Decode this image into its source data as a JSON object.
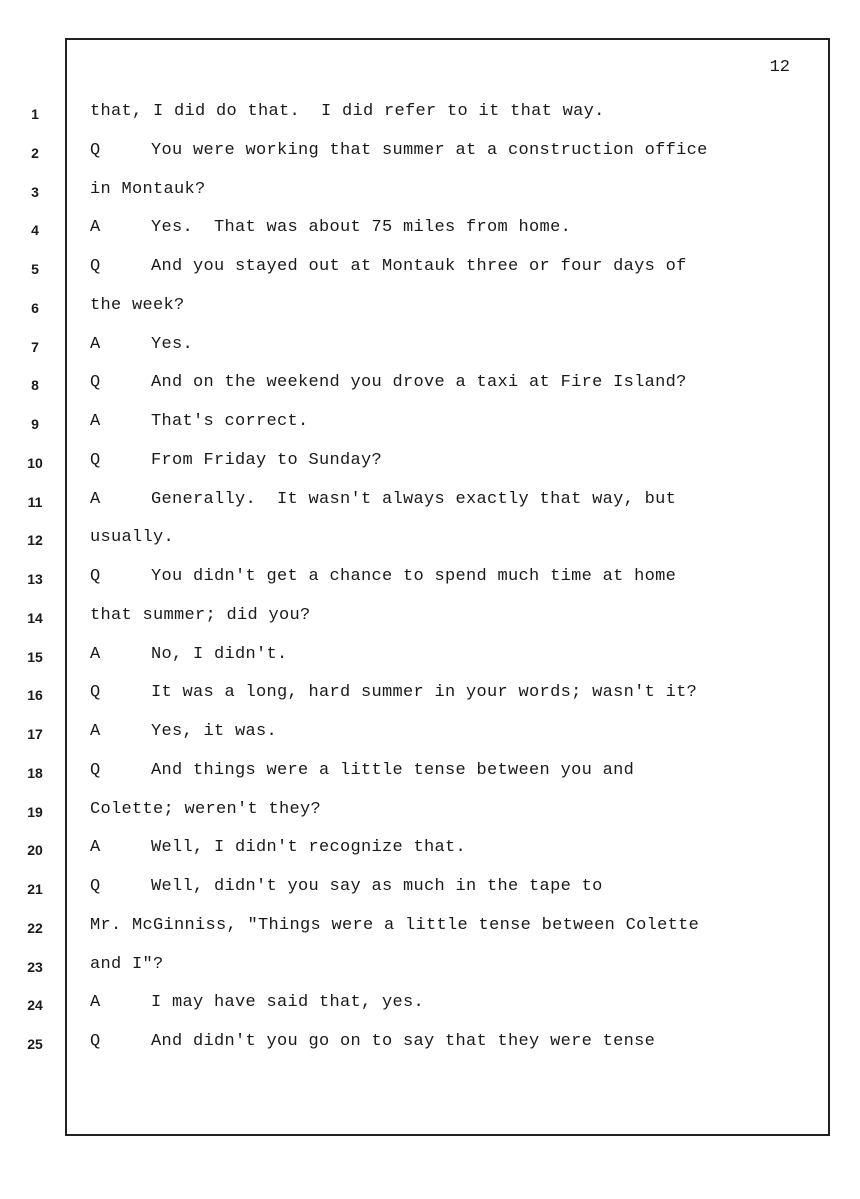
{
  "page": {
    "number": "12"
  },
  "lines": [
    {
      "no": "1",
      "speaker": "",
      "text": "that, I did do that.  I did refer to it that way."
    },
    {
      "no": "2",
      "speaker": "Q",
      "text": "You were working that summer at a construction office"
    },
    {
      "no": "3",
      "speaker": "",
      "text": "in Montauk?"
    },
    {
      "no": "4",
      "speaker": "A",
      "text": "Yes.  That was about 75 miles from home."
    },
    {
      "no": "5",
      "speaker": "Q",
      "text": "And you stayed out at Montauk three or four days of"
    },
    {
      "no": "6",
      "speaker": "",
      "text": "the week?"
    },
    {
      "no": "7",
      "speaker": "A",
      "text": "Yes."
    },
    {
      "no": "8",
      "speaker": "Q",
      "text": "And on the weekend you drove a taxi at Fire Island?"
    },
    {
      "no": "9",
      "speaker": "A",
      "text": "That's correct."
    },
    {
      "no": "10",
      "speaker": "Q",
      "text": "From Friday to Sunday?"
    },
    {
      "no": "11",
      "speaker": "A",
      "text": "Generally.  It wasn't always exactly that way, but"
    },
    {
      "no": "12",
      "speaker": "",
      "text": "usually."
    },
    {
      "no": "13",
      "speaker": "Q",
      "text": "You didn't get a chance to spend much time at home"
    },
    {
      "no": "14",
      "speaker": "",
      "text": "that summer; did you?"
    },
    {
      "no": "15",
      "speaker": "A",
      "text": "No, I didn't."
    },
    {
      "no": "16",
      "speaker": "Q",
      "text": "It was a long, hard summer in your words; wasn't it?"
    },
    {
      "no": "17",
      "speaker": "A",
      "text": "Yes, it was."
    },
    {
      "no": "18",
      "speaker": "Q",
      "text": "And things were a little tense between you and"
    },
    {
      "no": "19",
      "speaker": "",
      "text": "Colette; weren't they?"
    },
    {
      "no": "20",
      "speaker": "A",
      "text": "Well, I didn't recognize that."
    },
    {
      "no": "21",
      "speaker": "Q",
      "text": "Well, didn't you say as much in the tape to"
    },
    {
      "no": "22",
      "speaker": "",
      "text": "Mr. McGinniss, \"Things were a little tense between Colette"
    },
    {
      "no": "23",
      "speaker": "",
      "text": "and I\"?"
    },
    {
      "no": "24",
      "speaker": "A",
      "text": "I may have said that, yes."
    },
    {
      "no": "25",
      "speaker": "Q",
      "text": "And didn't you go on to say that they were tense"
    }
  ]
}
